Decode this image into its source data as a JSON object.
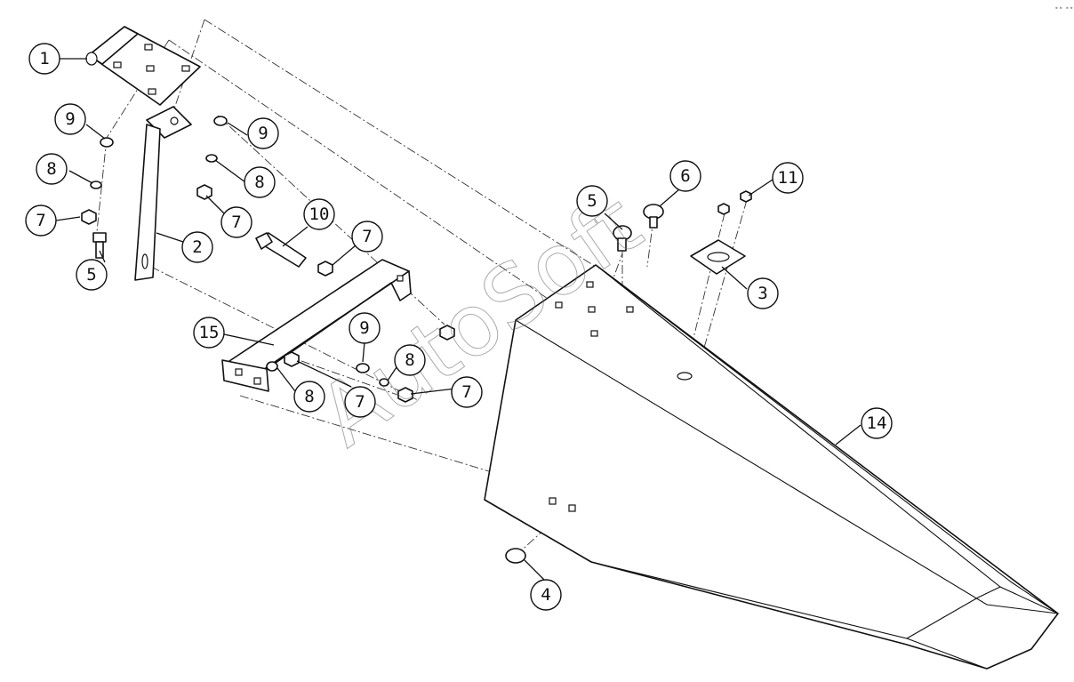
{
  "watermark": "AutoSoft",
  "corner_mark": "•• •••",
  "callouts": [
    {
      "id": "c1",
      "label": "1"
    },
    {
      "id": "c2",
      "label": "2"
    },
    {
      "id": "c3",
      "label": "3"
    },
    {
      "id": "c4",
      "label": "4"
    },
    {
      "id": "c5a",
      "label": "5"
    },
    {
      "id": "c5b",
      "label": "5"
    },
    {
      "id": "c6",
      "label": "6"
    },
    {
      "id": "c7a",
      "label": "7"
    },
    {
      "id": "c7b",
      "label": "7"
    },
    {
      "id": "c7c",
      "label": "7"
    },
    {
      "id": "c7d",
      "label": "7"
    },
    {
      "id": "c7e",
      "label": "7"
    },
    {
      "id": "c8a",
      "label": "8"
    },
    {
      "id": "c8b",
      "label": "8"
    },
    {
      "id": "c8c",
      "label": "8"
    },
    {
      "id": "c8d",
      "label": "8"
    },
    {
      "id": "c9a",
      "label": "9"
    },
    {
      "id": "c9b",
      "label": "9"
    },
    {
      "id": "c9c",
      "label": "9"
    },
    {
      "id": "c10",
      "label": "10"
    },
    {
      "id": "c11",
      "label": "11"
    },
    {
      "id": "c14",
      "label": "14"
    },
    {
      "id": "c15",
      "label": "15"
    }
  ]
}
